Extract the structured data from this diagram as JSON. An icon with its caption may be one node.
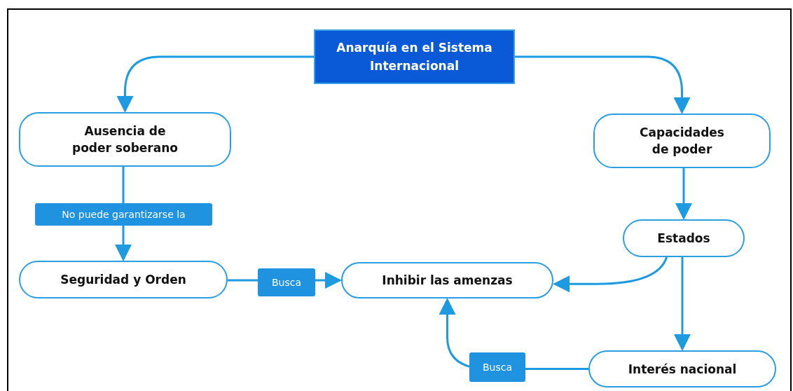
{
  "diagram": {
    "nodes": [
      {
        "text": [
          "Anarquía en el Sistema Internacional"
        ]
      },
      {
        "text": [
          "Ausencia de poder soberano"
        ]
      },
      {
        "text": [
          "Capacidades de poder"
        ]
      },
      {
        "text": [
          "Estados"
        ]
      },
      {
        "text": [
          "Seguridad y Orden"
        ]
      },
      {
        "text": [
          "Inhibir las amenzas"
        ]
      },
      {
        "text": [
          "Interés nacional"
        ]
      }
    ],
    "edges": [
      {
        "from": 0,
        "to": 1,
        "arrow": "to"
      },
      {
        "from": 0,
        "to": 2,
        "arrow": "to"
      },
      {
        "from": 2,
        "to": 3,
        "arrow": "to"
      },
      {
        "from": 3,
        "to": 5,
        "arrow": "to"
      },
      {
        "from": 3,
        "to": 6,
        "arrow": "to"
      },
      {
        "from": 1,
        "to": 4,
        "arrow": "to",
        "label": "No puede garantizarse la"
      },
      {
        "from": 4,
        "to": 5,
        "arrow": "to",
        "label": "Busca"
      },
      {
        "from": 6,
        "to": 5,
        "arrow": "to",
        "label": "Busca"
      }
    ]
  }
}
